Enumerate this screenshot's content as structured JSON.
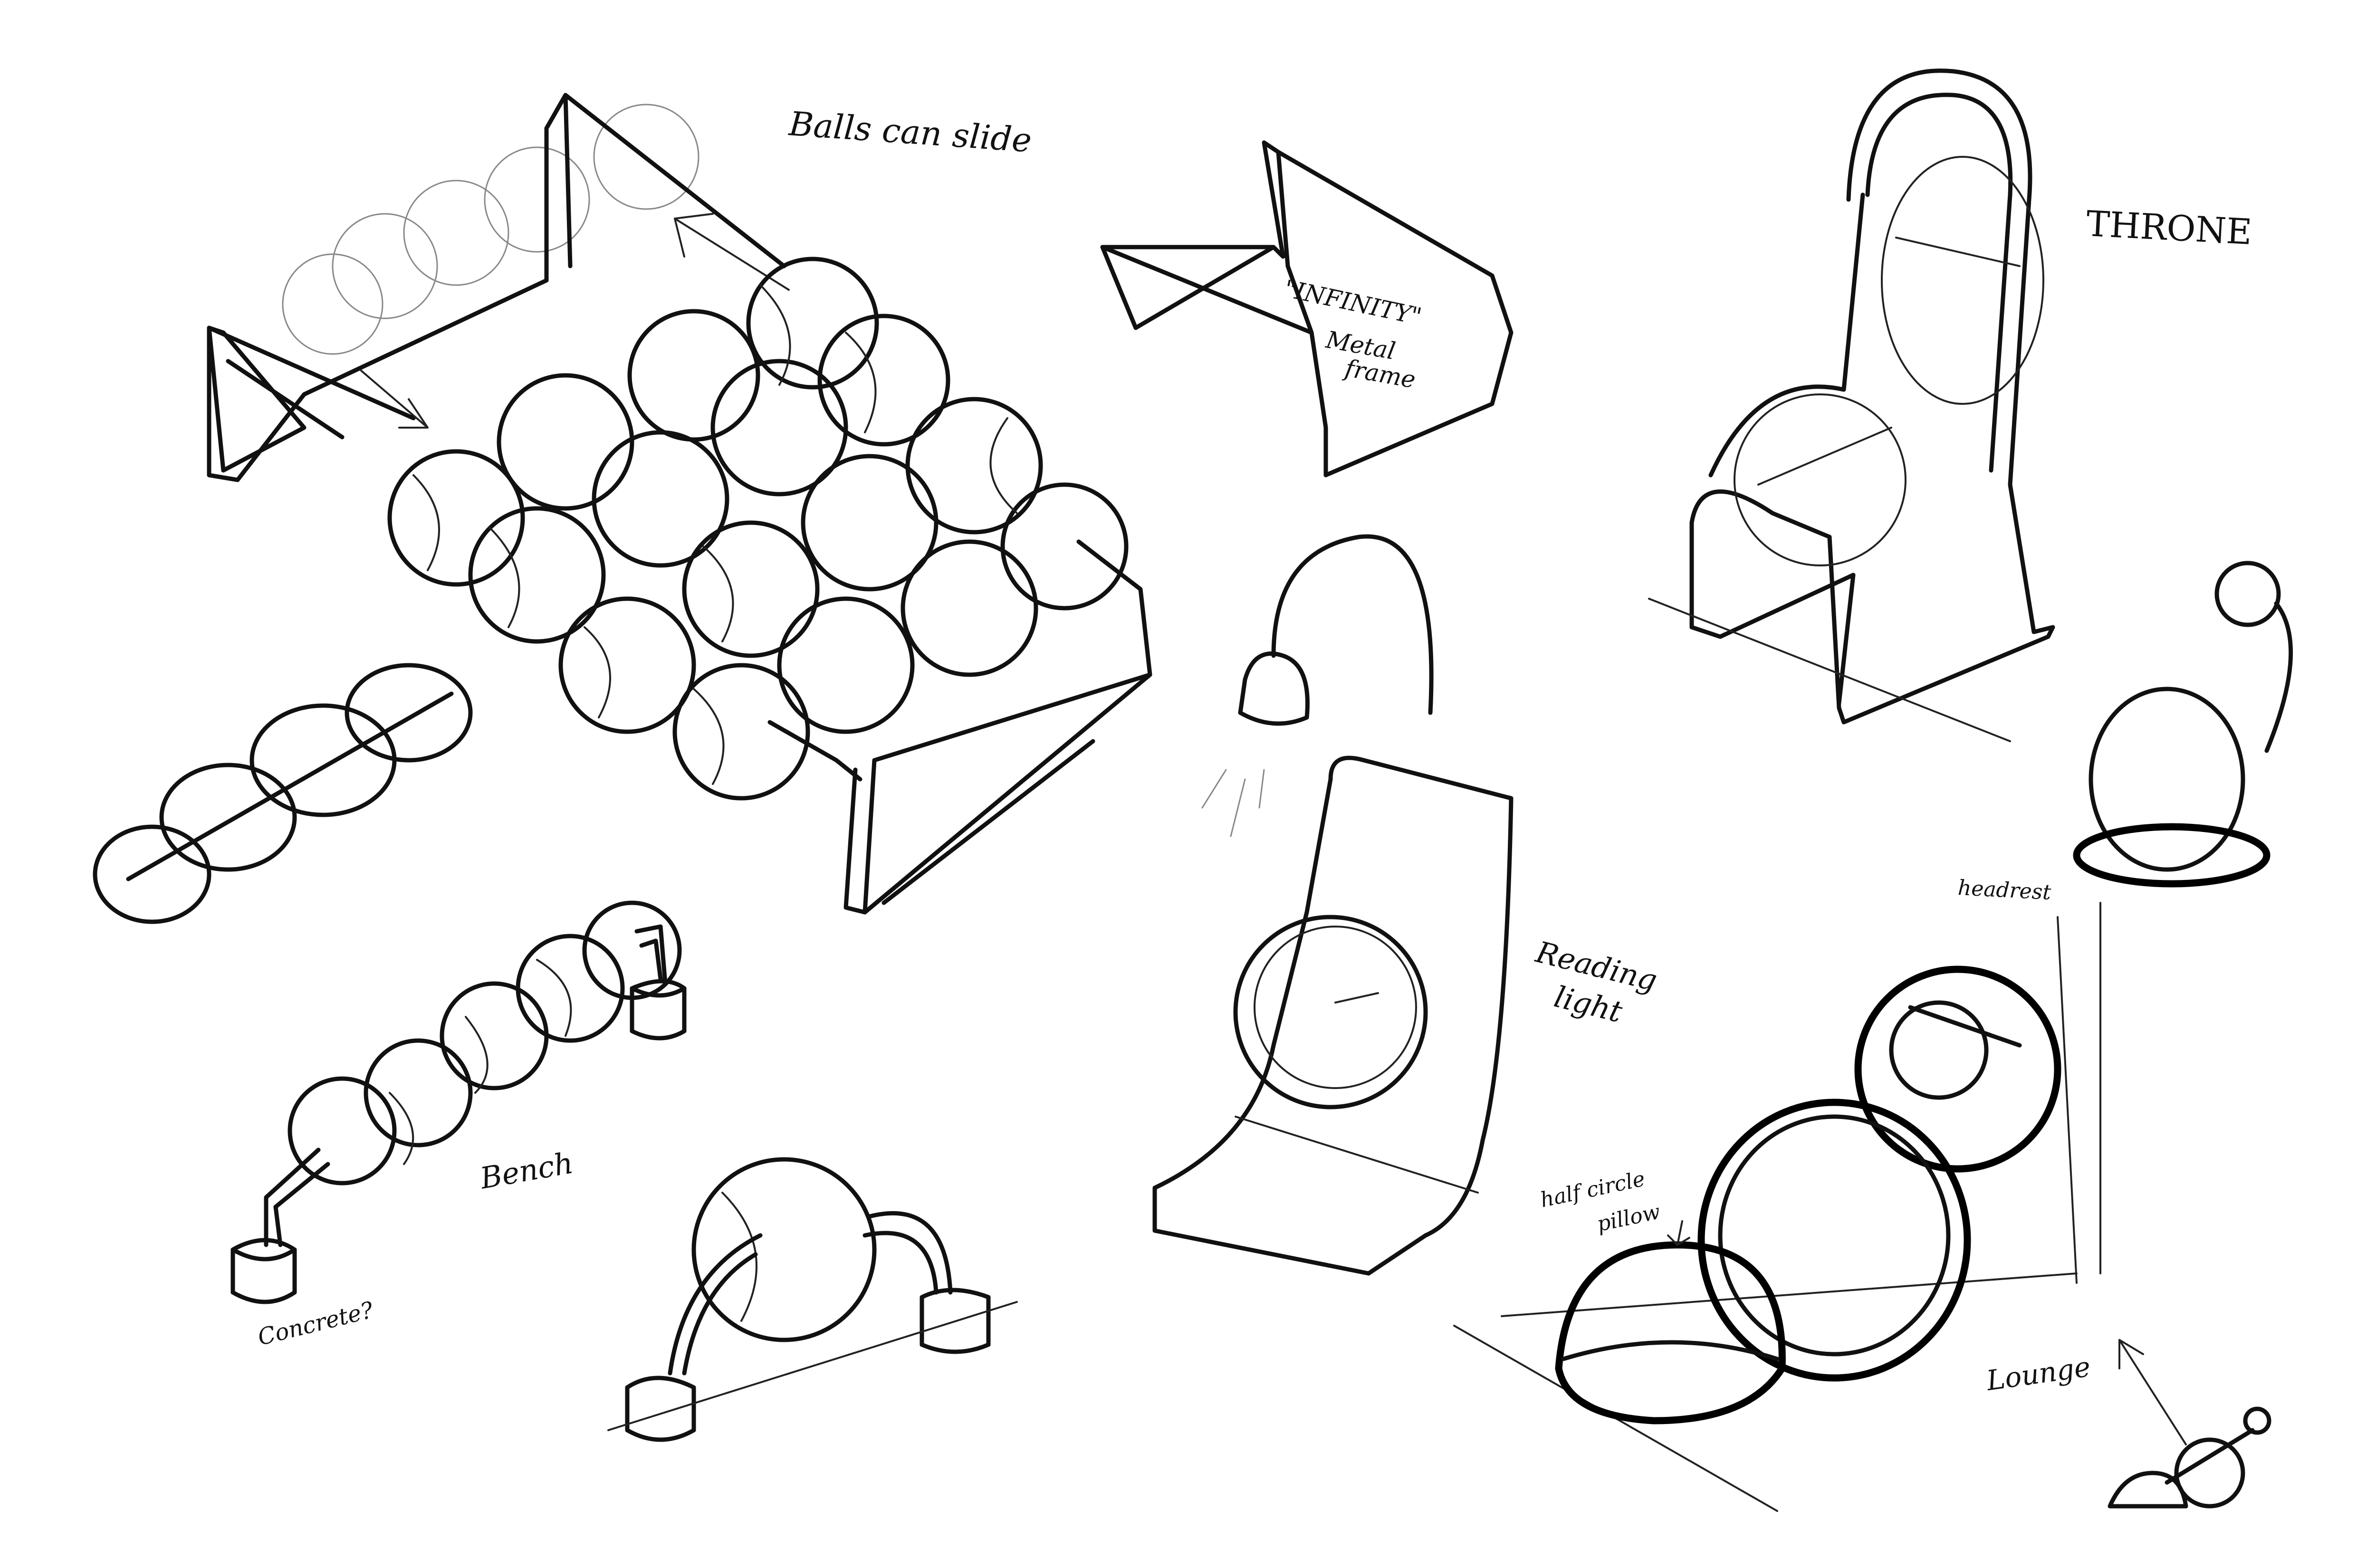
{
  "labels": {
    "balls_can_slide": "Balls can slide",
    "infinity_line1": "\"INFINITY\"",
    "infinity_line2": "Metal",
    "infinity_line3": "frame",
    "throne": "THRONE",
    "reading_line1": "Reading",
    "reading_line2": "light",
    "bench": "Bench",
    "concrete": "Concrete?",
    "headrest": "headrest",
    "half_circle_line1": "half circle",
    "half_circle_line2": "pillow",
    "lounge": "Lounge"
  },
  "colors": {
    "ink": "#111111",
    "paper": "#ffffff"
  }
}
